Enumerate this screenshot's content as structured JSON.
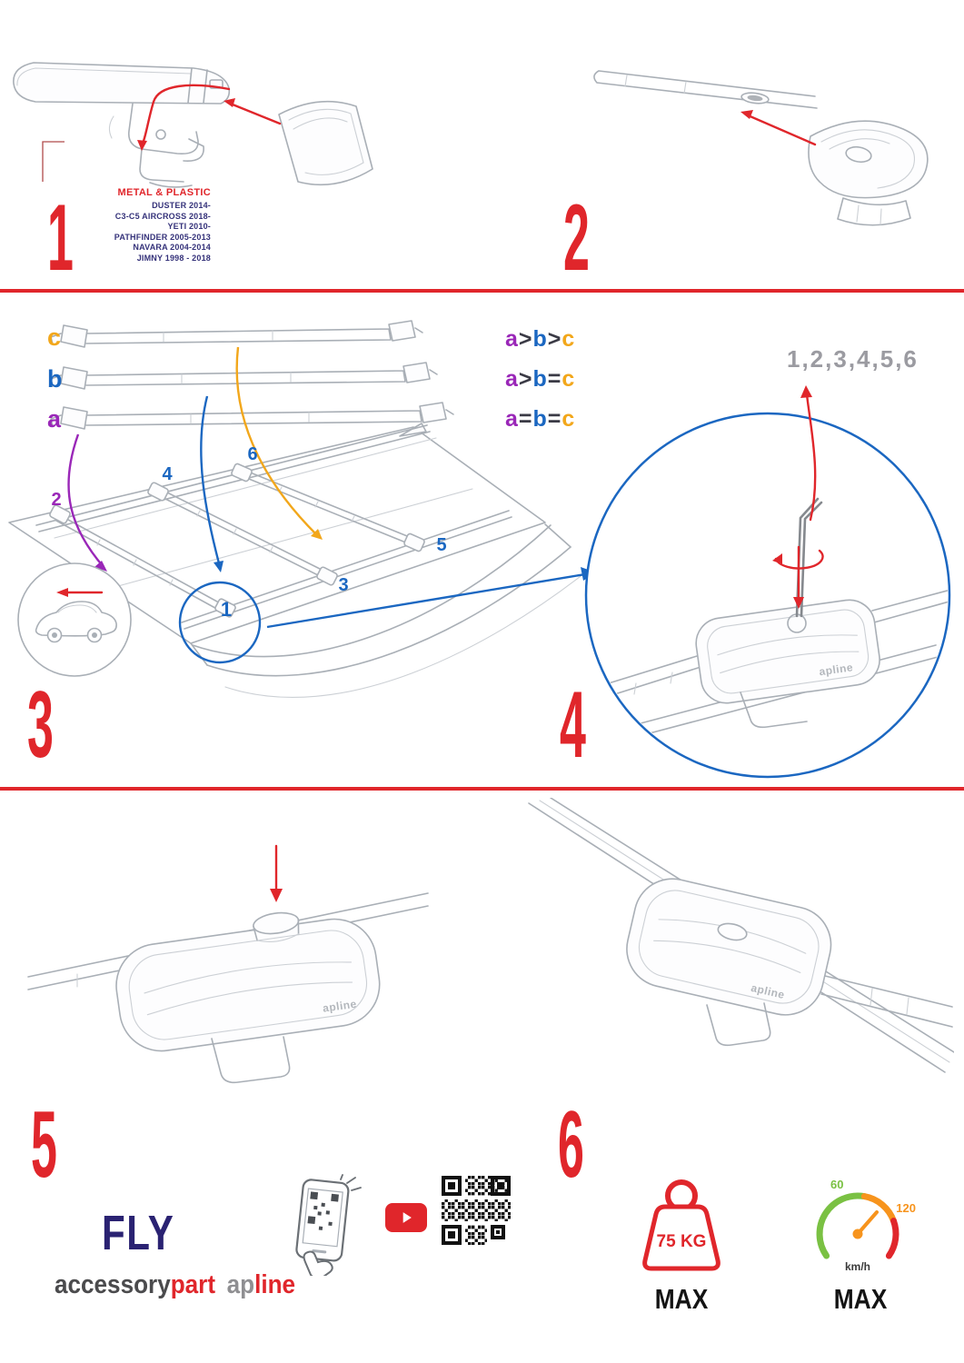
{
  "colors": {
    "red": "#e0262b",
    "blue": "#1b67c1",
    "purple": "#9a27b8",
    "orange": "#f2a71b",
    "navy": "#2a2272",
    "gray": "#9b9ba1"
  },
  "step_numbers": {
    "n1": "1",
    "n2": "2",
    "n3": "3",
    "n4": "4",
    "n5": "5",
    "n6": "6"
  },
  "step1": {
    "material": "METAL & PLASTIC",
    "vehicles": [
      "DUSTER 2014-",
      "C3-C5 AIRCROSS 2018-",
      "YETI 2010-",
      "PATHFINDER 2005-2013",
      "NAVARA 2004-2014",
      "JIMNY 1998 - 2018"
    ]
  },
  "step3": {
    "bar_labels": {
      "c": "c",
      "b": "b",
      "a": "a"
    },
    "legend": [
      {
        "a": "a",
        "o1": ">",
        "b": "b",
        "o2": ">",
        "c": "c"
      },
      {
        "a": "a",
        "o1": ">",
        "b": "b",
        "o2": "=",
        "c": "c"
      },
      {
        "a": "a",
        "o1": "=",
        "b": "b",
        "o2": "=",
        "c": "c"
      }
    ],
    "positions": {
      "p1": "1",
      "p2": "2",
      "p3": "3",
      "p4": "4",
      "p5": "5",
      "p6": "6"
    }
  },
  "step4": {
    "sequence": "1,2,3,4,5,6",
    "first": "1"
  },
  "brand": {
    "fly": "FLY",
    "accessory": "accessory",
    "part": "part",
    "ap": "ap",
    "line": "line",
    "logo_small": "apline"
  },
  "limits": {
    "weight": "75 KG",
    "weight_max": "MAX",
    "speed_low": "60",
    "speed_high": "120",
    "speed_unit": "km/h",
    "speed_max": "MAX"
  }
}
